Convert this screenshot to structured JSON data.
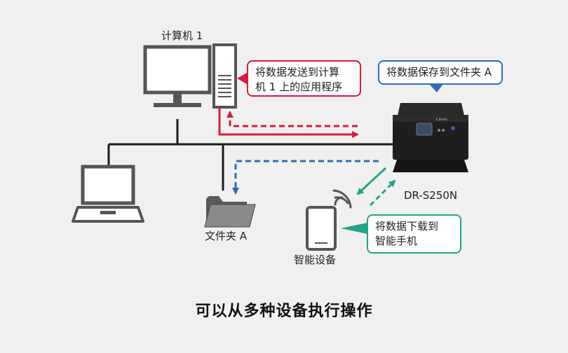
{
  "labels": {
    "computer": "计算机 1",
    "folder": "文件夹 A",
    "smartphone": "智能设备",
    "scanner_model": "DR-S250N"
  },
  "scanner_brand": "Canon",
  "callouts": {
    "send_to_app": {
      "lines": [
        "将数据发送到计",
        "机 1 上的应用程序"
      ],
      "color": "#d81b3c"
    },
    "save_to_folder": {
      "lines": [
        "将数据保存到文件夹 A"
      ],
      "color": "#2e6db5"
    },
    "download_to_phone": {
      "lines": [
        "将数据下载到",
        "智能手机"
      ],
      "color": "#1fa58a"
    }
  },
  "caption": "可以从多种设备执行操作",
  "colors": {
    "background": "#f0f0f0",
    "network_line": "#1a1a1a",
    "arrow_red": "#d81b3c",
    "arrow_blue": "#2e6db5",
    "arrow_green": "#1fa58a",
    "device_outline": "#555555"
  }
}
